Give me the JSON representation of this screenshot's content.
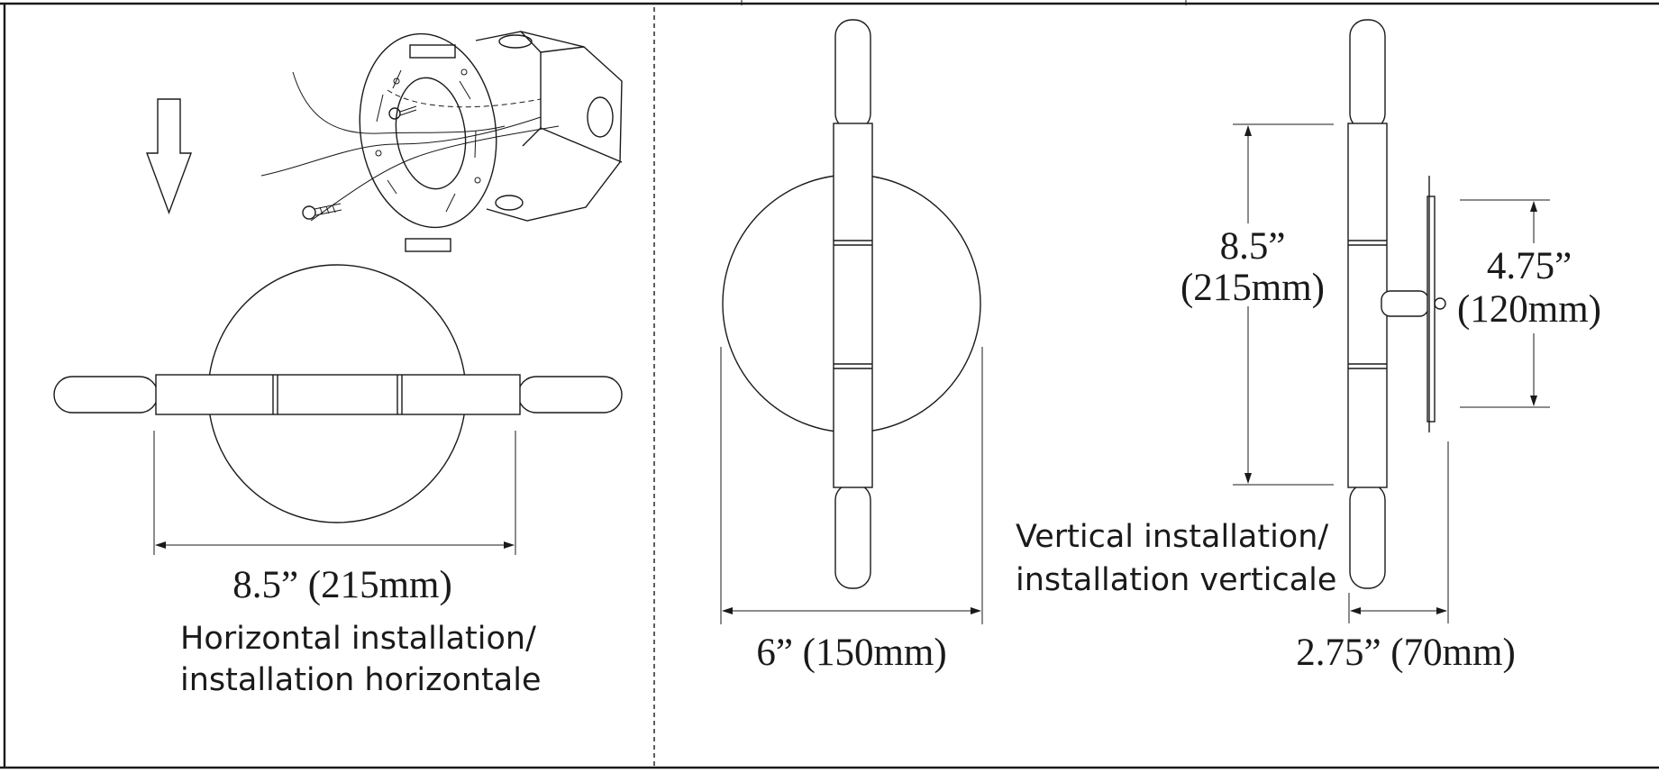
{
  "horizontal": {
    "width_dim": "8.5” (215mm)",
    "caption_line1": "Horizontal installation/",
    "caption_line2": "installation horizontale"
  },
  "front_view": {
    "width_dim": "6” (150mm)"
  },
  "side_view": {
    "height_dim_line1": "8.5”",
    "height_dim_line2": "(215mm)",
    "backplate_dim_line1": "4.75”",
    "backplate_dim_line2": "(120mm)",
    "depth_dim": "2.75” (70mm)",
    "caption_line1": "Vertical installation/",
    "caption_line2": "installation verticale"
  },
  "icons": [
    "down-arrow-icon",
    "junction-box-icon",
    "mounting-screw-icon"
  ]
}
